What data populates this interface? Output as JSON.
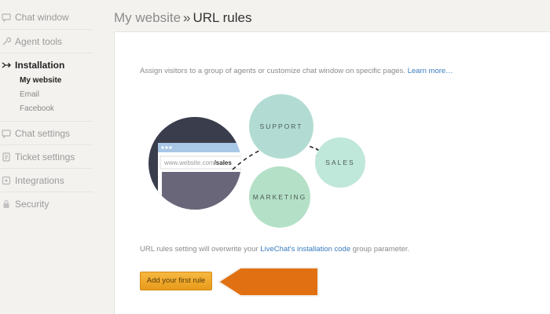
{
  "sidebar": {
    "items": [
      {
        "label": "Chat window",
        "icon": "chat-window-icon"
      },
      {
        "label": "Agent tools",
        "icon": "wrench-icon"
      },
      {
        "label": "Installation",
        "icon": "installation-icon"
      },
      {
        "label": "Chat settings",
        "icon": "chat-settings-icon"
      },
      {
        "label": "Ticket settings",
        "icon": "ticket-icon"
      },
      {
        "label": "Integrations",
        "icon": "integrations-icon"
      },
      {
        "label": "Security",
        "icon": "lock-icon"
      }
    ],
    "subitems": [
      {
        "label": "My website"
      },
      {
        "label": "Email"
      },
      {
        "label": "Facebook"
      }
    ]
  },
  "header": {
    "crumb": "My website",
    "separator": "»",
    "title": "URL rules"
  },
  "content": {
    "intro": "Assign visitors to a group of agents or customize chat window on specific pages.",
    "learn_more": "Learn more…",
    "illustration": {
      "url_prefix": "www.website.com",
      "url_path": "/sales",
      "groups": [
        "SUPPORT",
        "MARKETING",
        "SALES"
      ]
    },
    "note_prefix": "URL rules setting will overwrite your",
    "note_link": "LiveChat's installation code",
    "note_suffix": "group parameter.",
    "cta_label": "Add your first rule"
  },
  "colors": {
    "accent_link": "#3a7bbf",
    "cta": "#f0a12a",
    "pointer": "#e07012",
    "support_bubble": "#b2dcd3",
    "marketing_bubble": "#b4e0c7",
    "sales_bubble": "#bfe7da",
    "browser_circle": "#3a3d4c"
  }
}
